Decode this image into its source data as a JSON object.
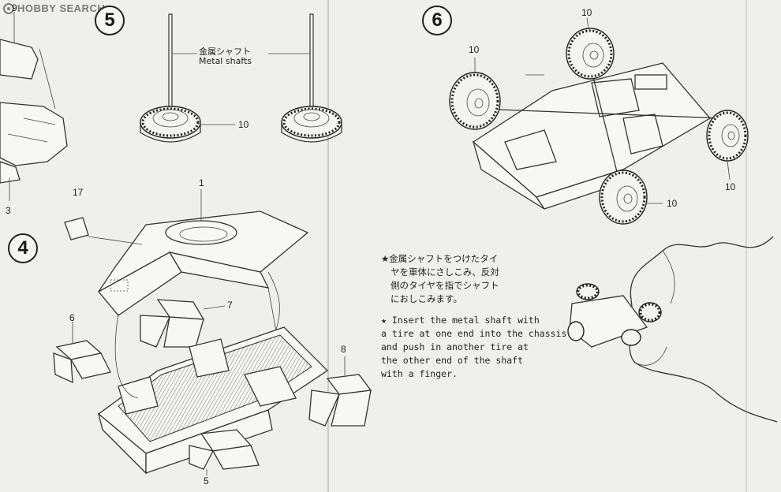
{
  "watermark": "HOBBY SEARCH",
  "steps": {
    "s4": "4",
    "s5": "5",
    "s6": "6"
  },
  "parts": {
    "p9": "9",
    "p3": "3",
    "p17": "17",
    "p1": "1",
    "p7": "7",
    "p6": "6",
    "p8": "8",
    "p5": "5",
    "p10_step5": "10",
    "p10_a": "10",
    "p10_b": "10",
    "p10_c": "10",
    "p10_d": "10"
  },
  "metal_shafts": {
    "jp": "金属シャフト",
    "en": "Metal shafts"
  },
  "instructions": {
    "jp": [
      "★金属シャフトをつけたタイ",
      "ヤを車体にさしこみ、反対",
      "側のタイヤを指でシャフト",
      "におしこみます。"
    ],
    "en": [
      "★ Insert the metal shaft with",
      "a tire at one end into the chassis",
      "and push in another tire at",
      "the other end of the shaft",
      "with a finger."
    ]
  }
}
